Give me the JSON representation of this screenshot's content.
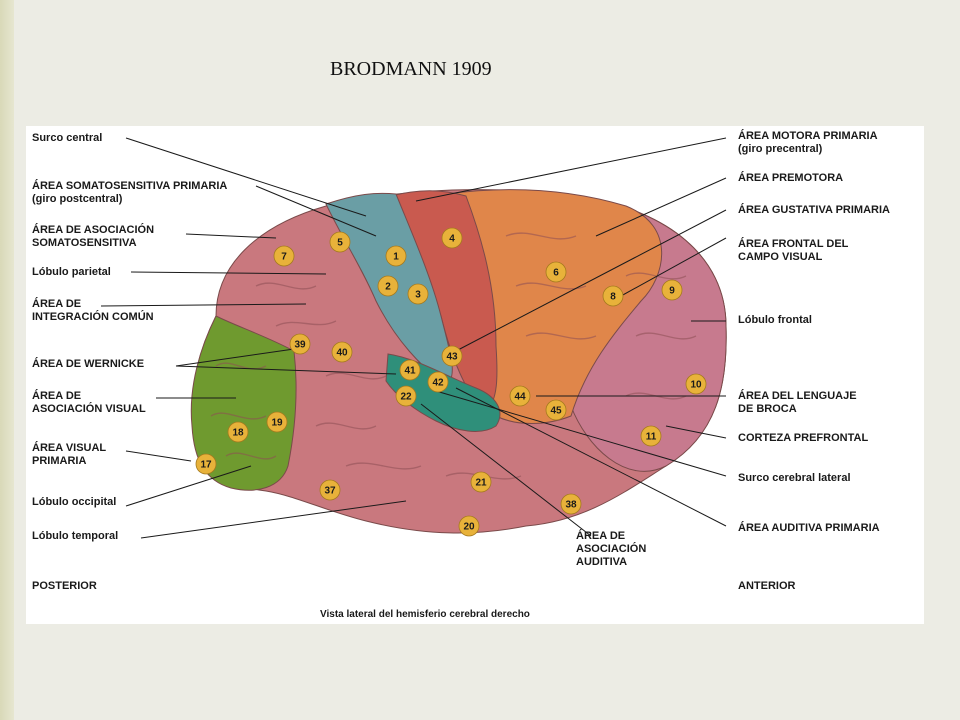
{
  "slide": {
    "title": "BRODMANN 1909"
  },
  "figure": {
    "caption": "Vista lateral del hemisferio cerebral derecho",
    "posterior": "POSTERIOR",
    "anterior": "ANTERIOR",
    "labels_left": [
      [
        "Surco central"
      ],
      [
        "ÁREA SOMATOSENSITIVA PRIMARIA",
        "(giro postcentral)"
      ],
      [
        "ÁREA DE ASOCIACIÓN",
        "SOMATOSENSITIVA"
      ],
      [
        "Lóbulo parietal"
      ],
      [
        "ÁREA DE",
        "INTEGRACIÓN COMÚN"
      ],
      [
        "ÁREA DE WERNICKE"
      ],
      [
        "ÁREA DE",
        "ASOCIACIÓN VISUAL"
      ],
      [
        "ÁREA VISUAL",
        "PRIMARIA"
      ],
      [
        "Lóbulo occipital"
      ],
      [
        "Lóbulo temporal"
      ]
    ],
    "labels_right": [
      [
        "ÁREA MOTORA PRIMARIA",
        "(giro precentral)"
      ],
      [
        "ÁREA PREMOTORA"
      ],
      [
        "ÁREA GUSTATIVA PRIMARIA"
      ],
      [
        "ÁREA FRONTAL DEL",
        "CAMPO VISUAL"
      ],
      [
        "Lóbulo frontal"
      ],
      [
        "ÁREA DEL LENGUAJE",
        "DE BROCA"
      ],
      [
        "CORTEZA PREFRONTAL"
      ],
      [
        "Surco cerebral lateral"
      ],
      [
        "ÁREA AUDITIVA PRIMARIA"
      ]
    ],
    "label_bottom": [
      "ÁREA DE",
      "ASOCIACIÓN",
      "AUDITIVA"
    ],
    "area_numbers": [
      "1",
      "2",
      "3",
      "4",
      "5",
      "6",
      "7",
      "8",
      "9",
      "10",
      "11",
      "17",
      "18",
      "19",
      "20",
      "21",
      "22",
      "37",
      "38",
      "39",
      "40",
      "41",
      "42",
      "43",
      "44",
      "45"
    ],
    "colors": {
      "cortex": "#c9787e",
      "somatosensory": "#6a9ea5",
      "motor": "#c95a4f",
      "premotor": "#e0864a",
      "frontal": "#c77a8e",
      "visual": "#6f9a2f",
      "auditory": "#2f8f7a",
      "number_badge": "#e8b23a"
    }
  }
}
